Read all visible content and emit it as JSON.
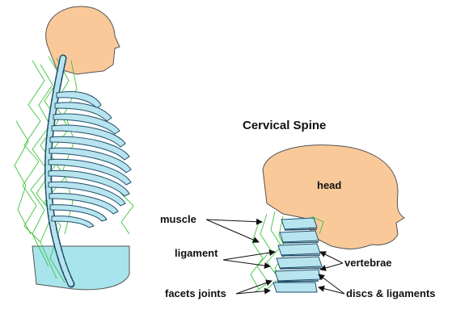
{
  "diagram": {
    "title": "Cervical Spine",
    "labels": {
      "head": "head",
      "muscle": "muscle",
      "ligament": "ligament",
      "vertebrae": "vertebrae",
      "facets": "facets joints",
      "discs": "discs & ligaments"
    },
    "colors": {
      "head": "#f9c99a",
      "bone": "#b7e4ee",
      "bone_stroke": "#1f4f6b",
      "muscle": "#3ec43e",
      "pelvis": "#a8e4ec",
      "arrow": "#111111"
    }
  }
}
